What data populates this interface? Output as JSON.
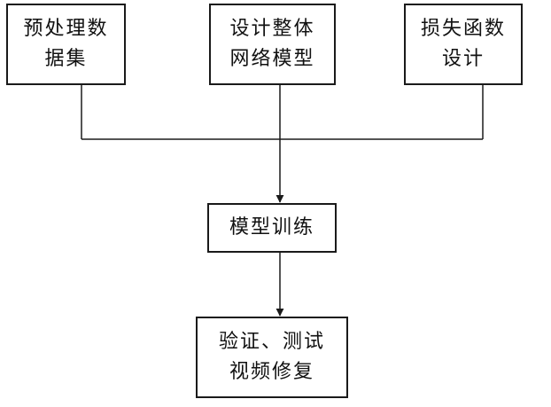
{
  "diagram": {
    "boxes": {
      "preprocess": {
        "line1": "预处理数",
        "line2": "据集"
      },
      "network": {
        "line1": "设计整体",
        "line2": "网络模型"
      },
      "loss": {
        "line1": "损失函数",
        "line2": "设计"
      },
      "train": {
        "line1": "模型训练"
      },
      "validate": {
        "line1": "验证、测试",
        "line2": "视频修复"
      }
    },
    "colors": {
      "line": "#1a1a1a",
      "border": "#1a1a1a",
      "text": "#111111",
      "background": "#ffffff"
    }
  }
}
